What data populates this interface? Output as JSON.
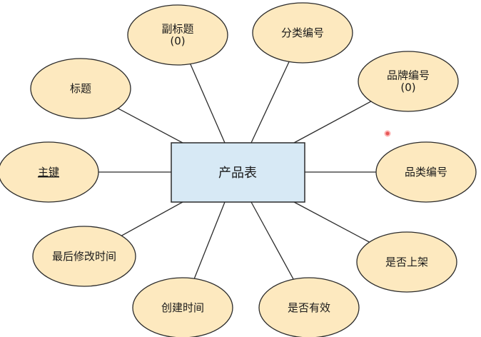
{
  "diagram": {
    "colors": {
      "attribute_fill": "#fde9bf",
      "attribute_stroke": "#2b2b2b",
      "entity_fill": "#d7e9f5",
      "entity_stroke": "#2b2b2b",
      "line": "#2b2b2b",
      "cursor_dot": "#e03a3a"
    },
    "entity": {
      "label": "产品表"
    },
    "attributes": [
      {
        "id": "subtitle",
        "lines": [
          "副标题",
          "(0)"
        ],
        "underline": false
      },
      {
        "id": "category-code",
        "lines": [
          "分类编号"
        ],
        "underline": false
      },
      {
        "id": "brand-code",
        "lines": [
          "品牌编号",
          "(0)"
        ],
        "underline": false
      },
      {
        "id": "title",
        "lines": [
          "标题"
        ],
        "underline": false
      },
      {
        "id": "primary-key",
        "lines": [
          "主键"
        ],
        "underline": true
      },
      {
        "id": "product-category-code",
        "lines": [
          "品类编号"
        ],
        "underline": false
      },
      {
        "id": "last-modified-time",
        "lines": [
          "最后修改时间"
        ],
        "underline": false
      },
      {
        "id": "is-listed",
        "lines": [
          "是否上架"
        ],
        "underline": false
      },
      {
        "id": "created-time",
        "lines": [
          "创建时间"
        ],
        "underline": false
      },
      {
        "id": "is-valid",
        "lines": [
          "是否有效"
        ],
        "underline": false
      }
    ]
  }
}
